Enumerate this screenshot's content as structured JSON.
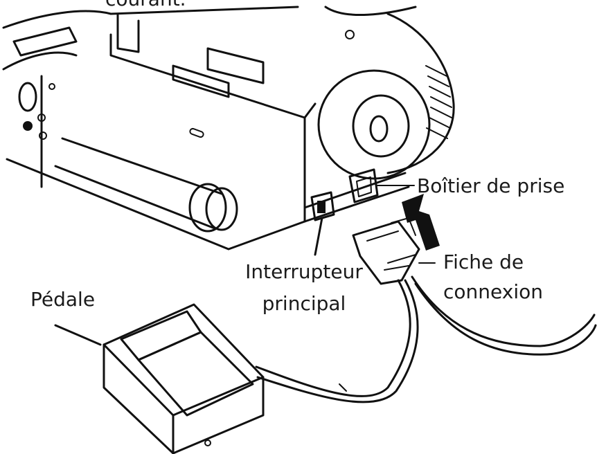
{
  "labels": {
    "top_partial": "courant.",
    "socket_box": "Boîtier de prise",
    "plug": [
      "Fiche de",
      "connexion"
    ],
    "main_switch": [
      "Interrupteur",
      "principal"
    ],
    "pedal": "Pédale"
  },
  "colors": {
    "ink": "#111111",
    "text": "#1a1a1a",
    "background": "#ffffff"
  }
}
